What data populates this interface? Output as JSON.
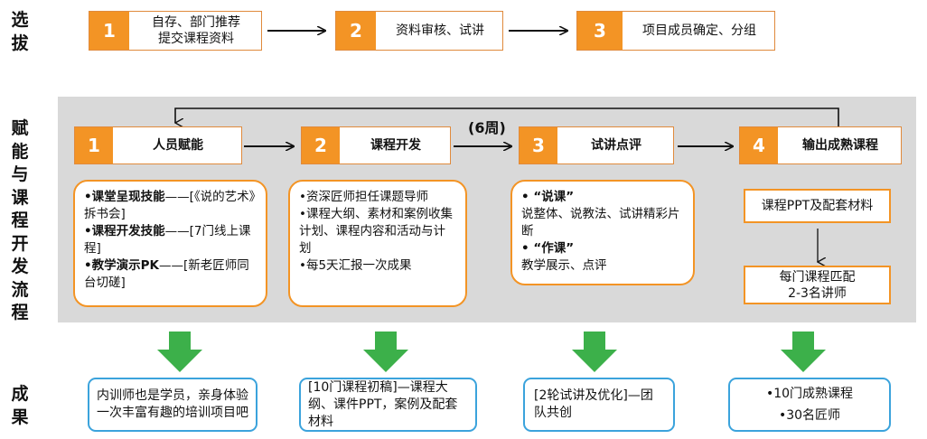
{
  "row_labels": {
    "selection": "选拔",
    "process": "赋能与课程开发流程",
    "results": "成果"
  },
  "selection_steps": [
    {
      "num": "1",
      "text": "自存、部门推荐\n提交课程资料"
    },
    {
      "num": "2",
      "text": "资料审核、试讲"
    },
    {
      "num": "3",
      "text": "项目成员确定、分组"
    }
  ],
  "process_steps": [
    {
      "num": "1",
      "title": "人员赋能"
    },
    {
      "num": "2",
      "title": "课程开发"
    },
    {
      "num": "3",
      "title": "试讲点评"
    },
    {
      "num": "4",
      "title": "输出成熟课程"
    }
  ],
  "duration_label": "(6周)",
  "details": {
    "step1": [
      {
        "bold": "•课堂呈现技能",
        "normal": "——[《说的艺术》拆书会]"
      },
      {
        "bold": "•课程开发技能",
        "normal": "——[7门线上课程]"
      },
      {
        "bold": "•教学演示PK",
        "normal": "——[新老匠师同台切磋]"
      }
    ],
    "step2": [
      "•资深匠师担任课题导师",
      "•课程大纲、素材和案例收集计划、课程内容和活动与计划",
      "•每5天汇报一次成果"
    ],
    "step3": [
      {
        "heading": "• “说课”",
        "text": "说整体、说教法、试讲精彩片断"
      },
      {
        "heading": "• “作课”",
        "text": "教学展示、点评"
      }
    ],
    "step4_top": "课程PPT及配套材料",
    "step4_bottom": "每门课程匹配\n2-3名讲师"
  },
  "results": [
    "内训师也是学员，亲身体验一次丰富有趣的培训项目吧",
    "[10门课程初稿]—课程大纲、课件PPT，案例及配套材料",
    "[2轮试讲及优化]—团队共创",
    "•10门成熟课程\n•30名匠师"
  ],
  "colors": {
    "orange": "#f39425",
    "gray_panel": "#d9d9d9",
    "blue_border": "#3ba3dc",
    "green_arrow": "#3cb04a"
  }
}
